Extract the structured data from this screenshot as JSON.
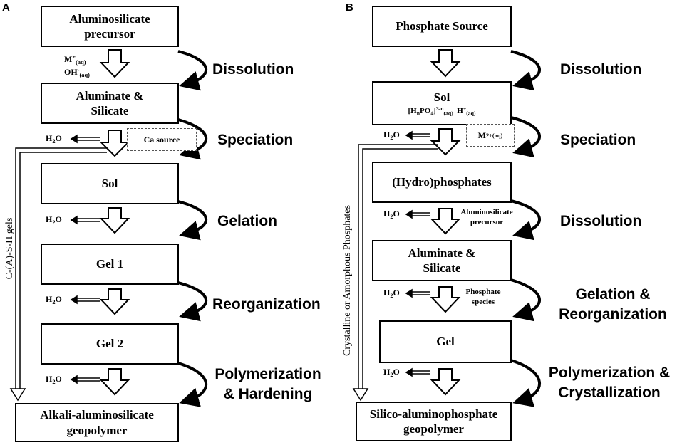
{
  "panel_a": {
    "label": "A",
    "boxes": [
      "Aluminosilicate",
      "precursor",
      "Aluminate &",
      "Silicate",
      "Sol",
      "Gel 1",
      "Gel 2",
      "Alkali-aluminosilicate",
      "geopolymer"
    ],
    "reagent_m": "M",
    "reagent_m_sup": "+",
    "reagent_oh": "OH",
    "reagent_oh_sup": "-",
    "aq": "(aq)",
    "ca_source": "Ca source",
    "water": "H",
    "water_sub": "2",
    "water_o": "O",
    "side_product": "C-(A)-S-H gels",
    "steps": [
      "Dissolution",
      "Speciation",
      "Gelation",
      "Reorganization",
      "Polymerization",
      "& Hardening"
    ]
  },
  "panel_b": {
    "label": "B",
    "boxes": [
      "Phosphate Source",
      "Sol",
      "(Hydro)phosphates",
      "Aluminate &",
      "Silicate",
      "Gel",
      "Silico-aluminophosphate",
      "geopolymer"
    ],
    "sol_h": "[H",
    "sol_n": "n",
    "sol_po": "PO",
    "sol_4": "4",
    "sol_close": "]",
    "sol_charge": "3-n",
    "sol_aq": "(aq)",
    "sol_hplus": "H",
    "sol_hplus_sup": "+",
    "metal": "M",
    "metal_sup": "2+",
    "metal_aq": "(aq)",
    "reagent_alumino": [
      "Aluminosilicate",
      "precursor"
    ],
    "reagent_phosphate": [
      "Phosphate",
      "species"
    ],
    "side_product": "Crystalline or Amorphous Phosphates",
    "steps": [
      "Dissolution",
      "Speciation",
      "Dissolution",
      "Gelation &",
      "Reorganization",
      "Polymerization &",
      "Crystallization"
    ]
  }
}
